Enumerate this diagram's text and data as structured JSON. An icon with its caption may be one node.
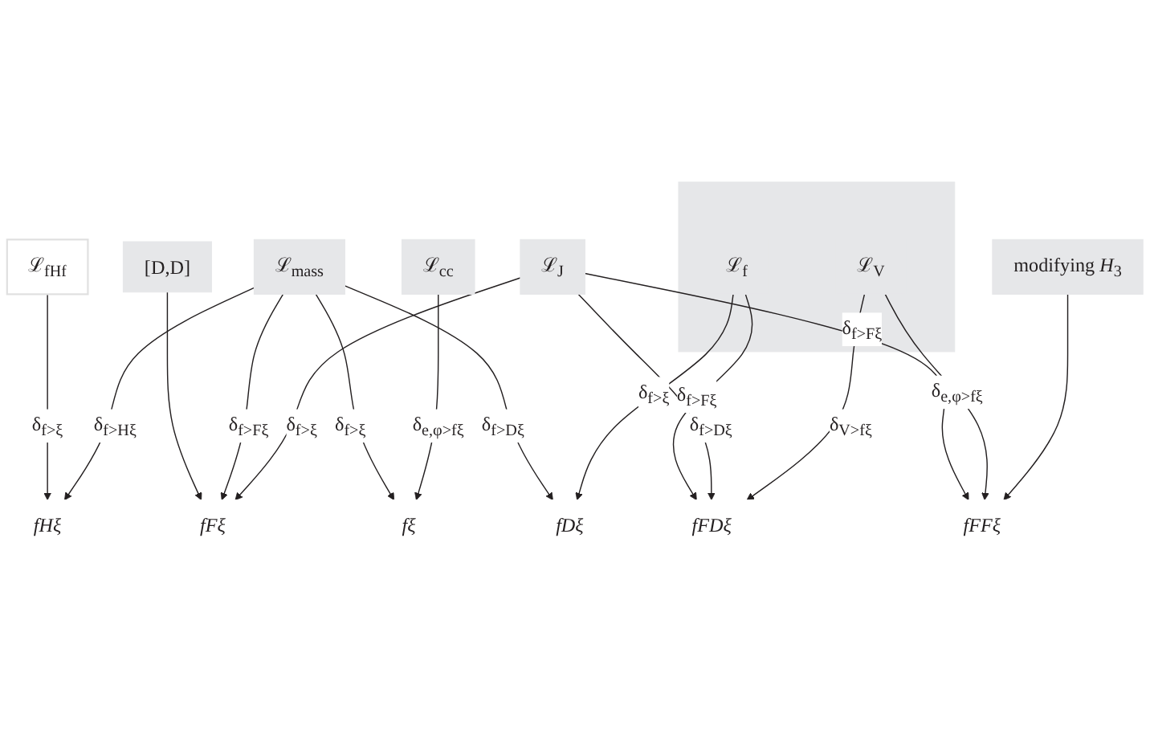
{
  "diagram": {
    "nodes": [
      {
        "text": [
          "ℒ$_{fHf}$"
        ]
      },
      {
        "text": [
          "fHξ"
        ]
      },
      {
        "text": [
          "[D,D]"
        ]
      },
      {
        "text": [
          "fFξ"
        ]
      },
      {
        "text": [
          "ℒ$_{mass}$"
        ]
      },
      {
        "text": [
          "fξ"
        ]
      },
      {
        "text": [
          "ℒ$_{cc}$"
        ]
      },
      {
        "text": [
          "fDξ"
        ]
      },
      {
        "text": [],
        "shape": "box"
      },
      {
        "text": [
          "ℒ$_{f}$"
        ],
        "in": 8
      },
      {
        "text": [
          "ℒ$_{V}$"
        ],
        "in": 8
      },
      {
        "text": [
          "fFDξ"
        ]
      },
      {
        "text": [
          "ℒ$_{J}$"
        ]
      },
      {
        "text": [
          "fFFξ"
        ]
      },
      {
        "text": [
          "modifying *H*$_{3}$"
        ]
      }
    ],
    "edges": [
      {
        "from": 0,
        "to": 1,
        "arrow": "to",
        "label": "δ$_{f>ξ}$"
      },
      {
        "from": 4,
        "to": 1,
        "arrow": "to",
        "label": "δ$_{f>Hξ}$"
      },
      {
        "from": 2,
        "to": 3,
        "arrow": "to"
      },
      {
        "from": 4,
        "to": 3,
        "arrow": "to",
        "label": "δ$_{f>Fξ}$"
      },
      {
        "from": 4,
        "to": 5,
        "arrow": "to",
        "label": "δ$_{f>ξ}$"
      },
      {
        "from": 6,
        "to": 5,
        "arrow": "to",
        "label": "δ$_{e,φ>fξ}$"
      },
      {
        "from": 4,
        "to": 7,
        "arrow": "to",
        "label": "δ$_{f>Dξ}$"
      },
      {
        "from": 12,
        "to": 3,
        "arrow": "to",
        "label": "δ$_{f>ξ}$"
      },
      {
        "from": 9,
        "to": 7,
        "arrow": "to",
        "label": "δ$_{f>ξ}$"
      },
      {
        "from": 9,
        "to": 11,
        "arrow": "to",
        "label": "δ$_{f>Fξ}$"
      },
      {
        "from": 12,
        "to": 11,
        "arrow": "to",
        "label": "δ$_{f>Dξ}$"
      },
      {
        "from": 10,
        "to": 11,
        "arrow": "to",
        "label": "δ$_{V>fξ}$"
      },
      {
        "from": 12,
        "to": 13,
        "arrow": "to",
        "label": "δ$_{f>Fξ}$"
      },
      {
        "from": 10,
        "to": 13,
        "arrow": "to",
        "label": "δ$_{e,φ>fξ}$"
      },
      {
        "from": 14,
        "to": 13,
        "arrow": "to"
      }
    ]
  }
}
